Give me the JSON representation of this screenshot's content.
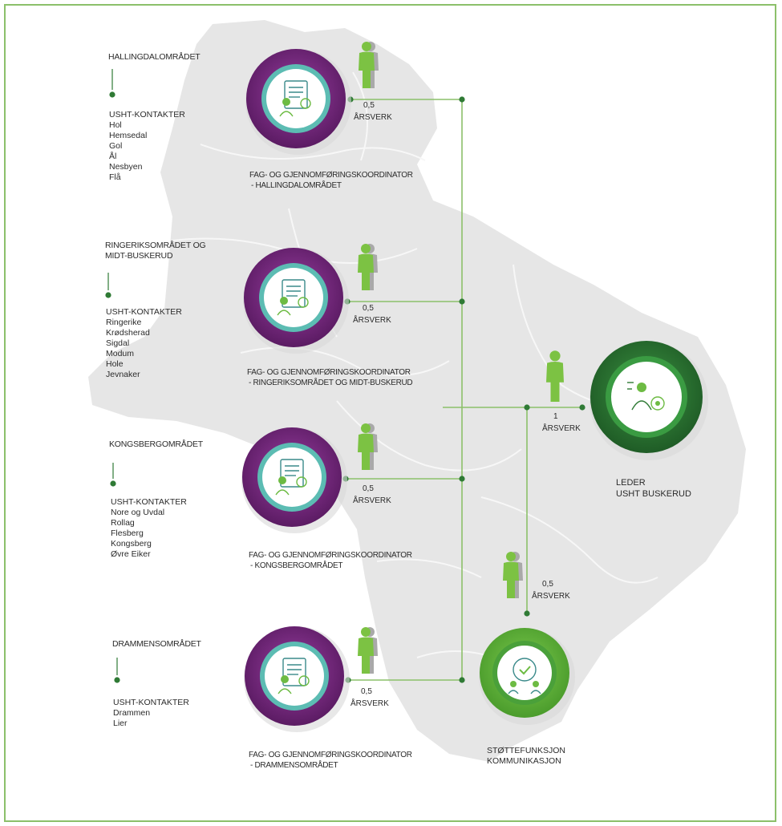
{
  "colors": {
    "purple": "#7b2a82",
    "teal": "#5cbcb3",
    "green_dark": "#2f7a35",
    "green_light": "#6dbb43",
    "line": "#8cc06a",
    "map": "#e6e6e6"
  },
  "regions": [
    {
      "title_lines": [
        "HALLINGDALOMRÅDET"
      ],
      "contacts_heading": "USHT-KONTAKTER",
      "contacts": [
        "Hol",
        "Hemsedal",
        "Gol",
        "Ål",
        "Nesbyen",
        "Flå"
      ],
      "coordinator_lines": [
        "FAG- OG GJENNOMFØRINGSKOORDINATOR",
        "- HALLINGDALOMRÅDET"
      ],
      "fte_value": "0,5",
      "fte_unit": "ÅRSVERK",
      "icon": "coordinator-icon"
    },
    {
      "title_lines": [
        "RINGERIKSOMRÅDET OG",
        "MIDT-BUSKERUD"
      ],
      "contacts_heading": "USHT-KONTAKTER",
      "contacts": [
        "Ringerike",
        "Krødsherad",
        "Sigdal",
        "Modum",
        "Hole",
        "Jevnaker"
      ],
      "coordinator_lines": [
        "FAG- OG GJENNOMFØRINGSKOORDINATOR",
        "- RINGERIKSOMRÅDET OG MIDT-BUSKERUD"
      ],
      "fte_value": "0,5",
      "fte_unit": "ÅRSVERK",
      "icon": "coordinator-icon"
    },
    {
      "title_lines": [
        "KONGSBERGOMRÅDET"
      ],
      "contacts_heading": "USHT-KONTAKTER",
      "contacts": [
        "Nore og Uvdal",
        "Rollag",
        "Flesberg",
        "Kongsberg",
        "Øvre Eiker"
      ],
      "coordinator_lines": [
        "FAG- OG GJENNOMFØRINGSKOORDINATOR",
        "- KONGSBERGOMRÅDET"
      ],
      "fte_value": "0,5",
      "fte_unit": "ÅRSVERK",
      "icon": "coordinator-icon"
    },
    {
      "title_lines": [
        "DRAMMENSOMRÅDET"
      ],
      "contacts_heading": "USHT-KONTAKTER",
      "contacts": [
        "Drammen",
        "Lier"
      ],
      "coordinator_lines": [
        "FAG- OG GJENNOMFØRINGSKOORDINATOR",
        "- DRAMMENSOMRÅDET"
      ],
      "fte_value": "0,5",
      "fte_unit": "ÅRSVERK",
      "icon": "coordinator-icon"
    }
  ],
  "leader": {
    "title_lines": [
      "LEDER",
      "USHT BUSKERUD"
    ],
    "fte_value": "1",
    "fte_unit": "ÅRSVERK",
    "icon": "leader-icon"
  },
  "support": {
    "title_lines": [
      "STØTTEFUNKSJON",
      "KOMMUNIKASJON"
    ],
    "fte_value": "0,5",
    "fte_unit": "ÅRSVERK",
    "icon": "support-icon"
  }
}
